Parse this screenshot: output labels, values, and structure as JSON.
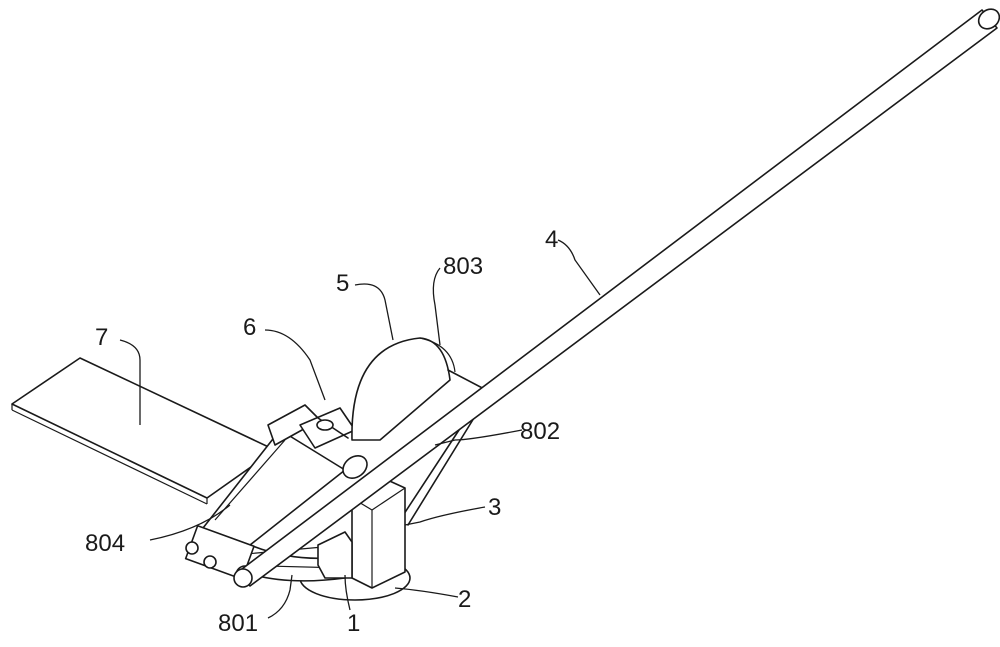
{
  "labels": {
    "l1": "1",
    "l2": "2",
    "l3": "3",
    "l4": "4",
    "l5": "5",
    "l6": "6",
    "l7": "7",
    "l801": "801",
    "l802": "802",
    "l803": "803",
    "l804": "804"
  },
  "colors": {
    "ink": "#1a1a1a",
    "paper": "#ffffff"
  }
}
